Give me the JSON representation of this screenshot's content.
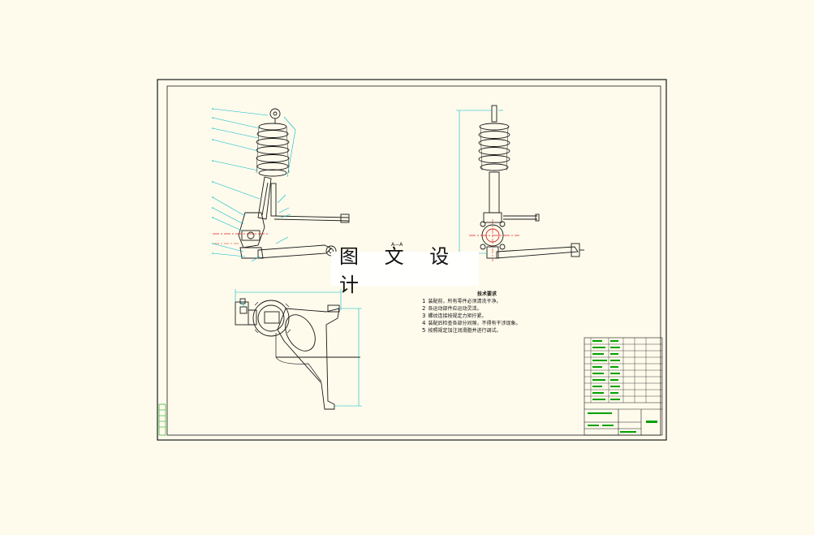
{
  "watermark": {
    "text": "图 文 设 计"
  },
  "section_label": "A—A",
  "tech_notes": {
    "title": "技术要求",
    "items": [
      {
        "num": "1",
        "text": "装配前，所有零件必须清洗干净。"
      },
      {
        "num": "2",
        "text": "各运动部件应运动灵活。"
      },
      {
        "num": "3",
        "text": "螺纹连接按规定力矩拧紧。"
      },
      {
        "num": "4",
        "text": "装配后检查各部分间隙，不得有干涉现象。"
      },
      {
        "num": "5",
        "text": "按照规定加注润滑脂并进行调试。"
      }
    ]
  },
  "colors": {
    "background": "#fefbec",
    "frame": "#1a1a1a",
    "leader": "#00b7c9",
    "dimension": "#00b7c9",
    "centerline": "#e02020",
    "titleblock_green": "#00a000"
  }
}
